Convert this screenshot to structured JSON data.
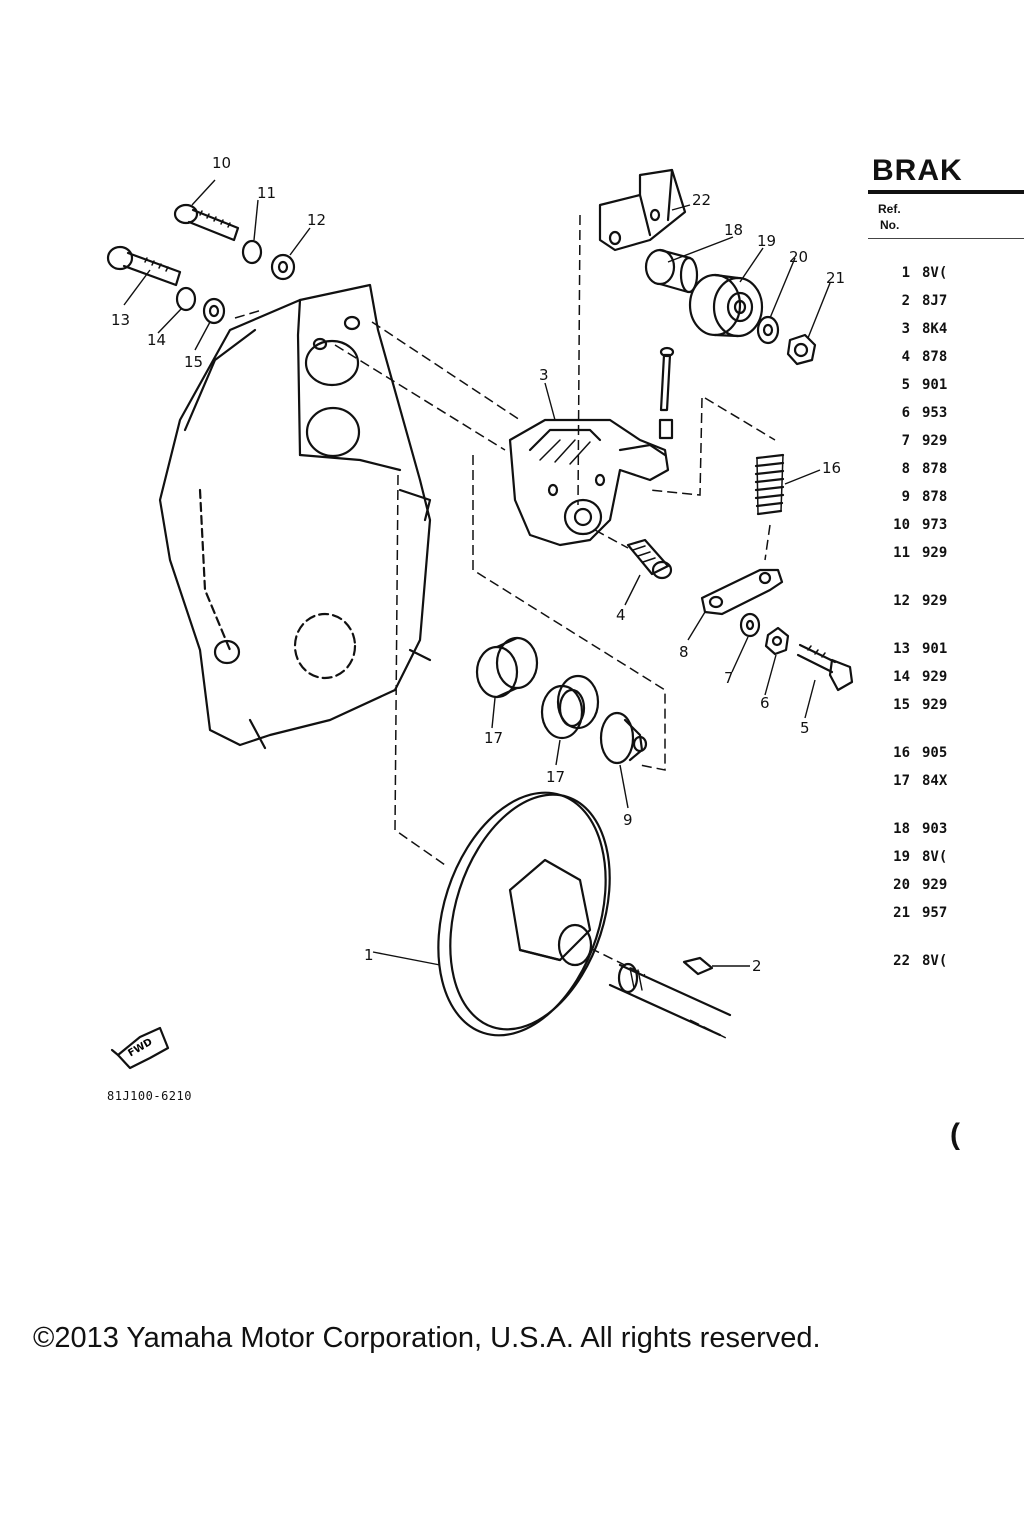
{
  "section_title": "BRAK",
  "table_header": {
    "ref_line1": "Ref.",
    "ref_line2": "No."
  },
  "parts": [
    {
      "ref": "1",
      "part": "8V("
    },
    {
      "ref": "2",
      "part": "8J7"
    },
    {
      "ref": "3",
      "part": "8K4"
    },
    {
      "ref": "4",
      "part": "878"
    },
    {
      "ref": "5",
      "part": "901"
    },
    {
      "ref": "6",
      "part": "953"
    },
    {
      "ref": "7",
      "part": "929"
    },
    {
      "ref": "8",
      "part": "878"
    },
    {
      "ref": "9",
      "part": "878"
    },
    {
      "ref": "10",
      "part": "973"
    },
    {
      "ref": "11",
      "part": "929"
    },
    {
      "ref": "12",
      "part": "929"
    },
    {
      "ref": "13",
      "part": "901"
    },
    {
      "ref": "14",
      "part": "929"
    },
    {
      "ref": "15",
      "part": "929"
    },
    {
      "ref": "16",
      "part": "905"
    },
    {
      "ref": "17",
      "part": "84X"
    },
    {
      "ref": "18",
      "part": "903"
    },
    {
      "ref": "19",
      "part": "8V("
    },
    {
      "ref": "20",
      "part": "929"
    },
    {
      "ref": "21",
      "part": "957"
    },
    {
      "ref": "22",
      "part": "8V("
    }
  ],
  "callouts": [
    "1",
    "2",
    "3",
    "4",
    "5",
    "6",
    "7",
    "8",
    "9",
    "10",
    "11",
    "12",
    "13",
    "14",
    "15",
    "16",
    "17",
    "17",
    "18",
    "19",
    "20",
    "21",
    "22"
  ],
  "fwd_label": "FWD",
  "illustration_code": "81J100-6210",
  "trailing_glyph": "(",
  "copyright": "©2013 Yamaha Motor Corporation, U.S.A. All rights reserved."
}
